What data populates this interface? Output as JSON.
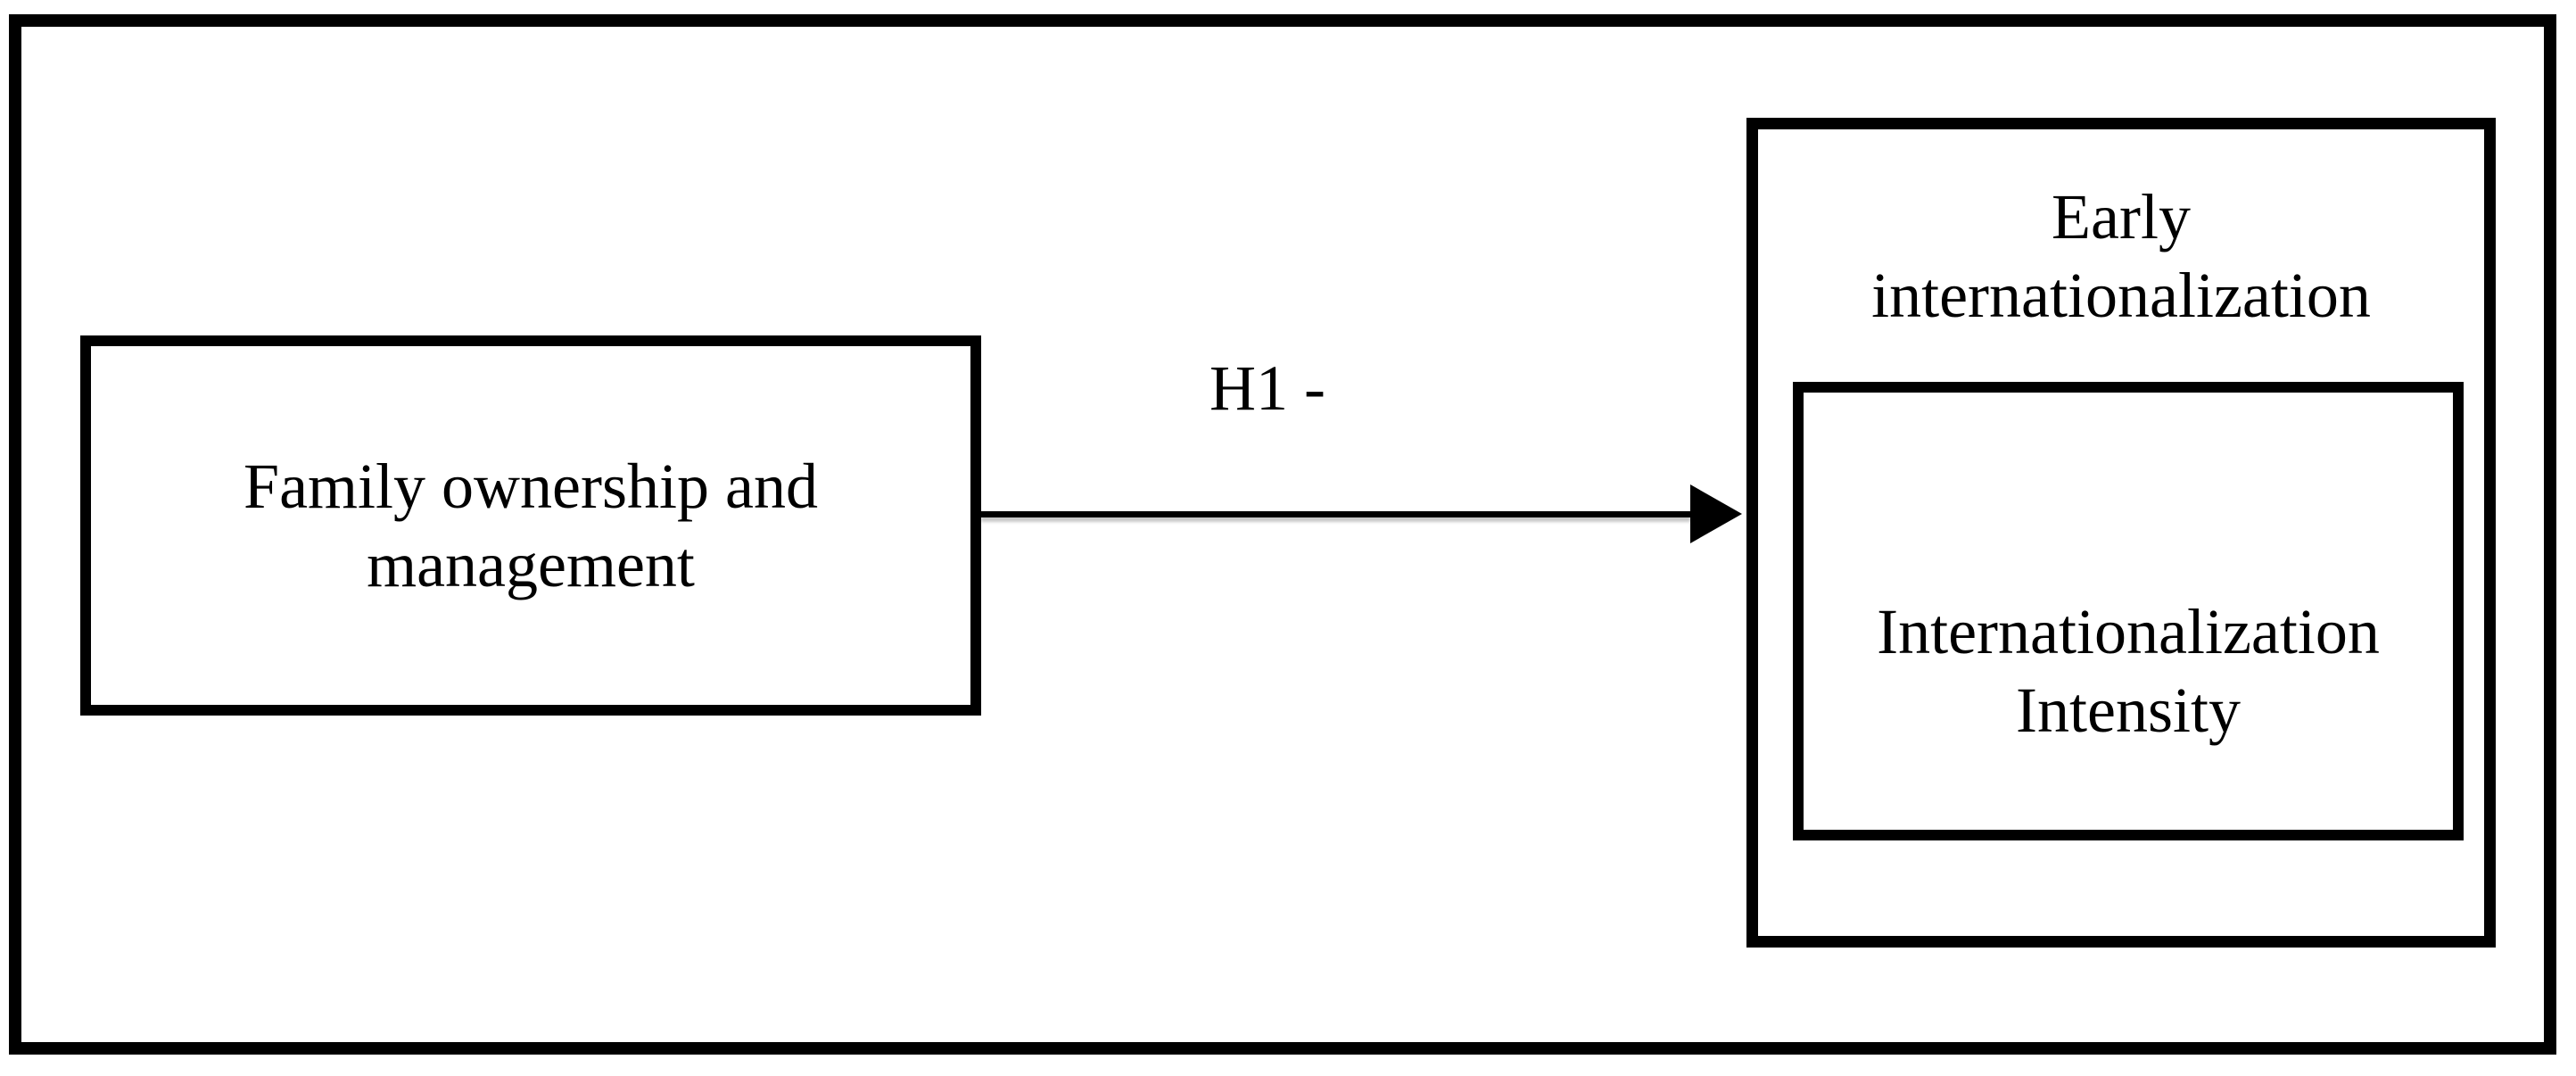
{
  "figure": {
    "background_color": "#ffffff",
    "line_color": "#000000",
    "left_box": {
      "label": "Family ownership and\nmanagement"
    },
    "arrow": {
      "label": "H1 -"
    },
    "right_box": {
      "title": "Early\ninternationalization",
      "inner_box": {
        "label": "Internationalization\nIntensity"
      }
    }
  }
}
